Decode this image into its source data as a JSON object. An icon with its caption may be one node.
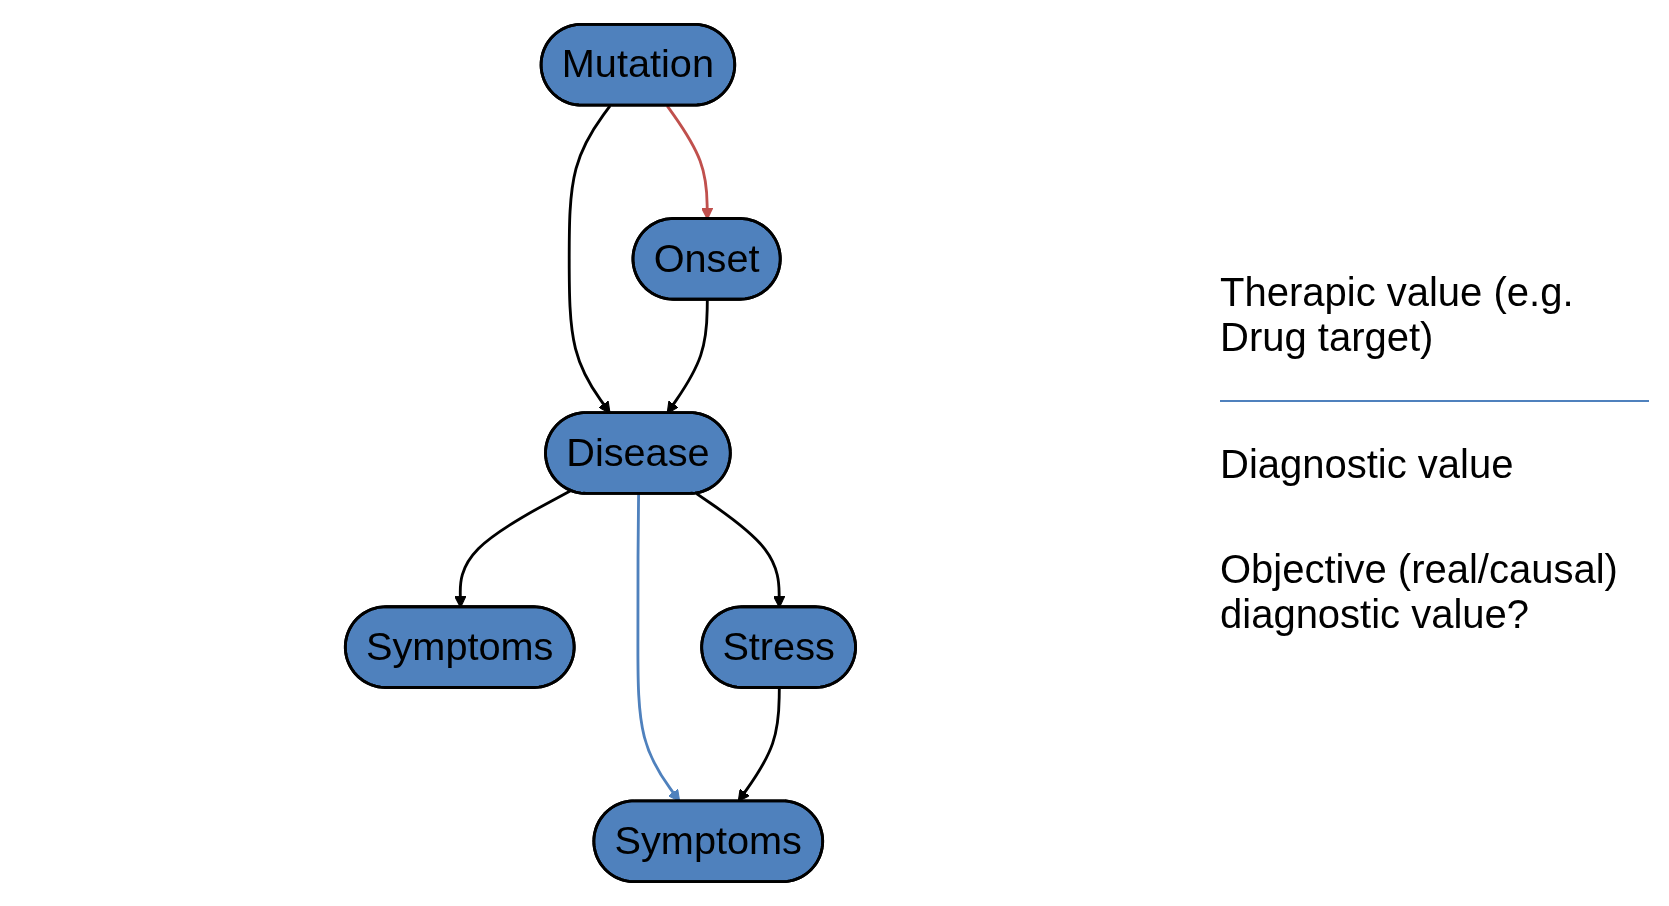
{
  "diagram": {
    "nodes": [
      {
        "text": [
          "Mutation"
        ]
      },
      {
        "text": [
          "Onset"
        ]
      },
      {
        "text": [
          "Disease"
        ]
      },
      {
        "text": [
          "Symptoms"
        ]
      },
      {
        "text": [
          "Stress"
        ]
      },
      {
        "text": [
          "Symptoms"
        ]
      }
    ],
    "edges": [
      {
        "from": 0,
        "to": 1,
        "arrow": "to",
        "color": "#c0504d"
      },
      {
        "from": 0,
        "to": 2,
        "arrow": "to"
      },
      {
        "from": 1,
        "to": 2,
        "arrow": "to"
      },
      {
        "from": 2,
        "to": 3,
        "arrow": "to"
      },
      {
        "from": 2,
        "to": 4,
        "arrow": "to"
      },
      {
        "from": 2,
        "to": 5,
        "arrow": "to",
        "color": "#4f81bd"
      },
      {
        "from": 4,
        "to": 5,
        "arrow": "to"
      }
    ],
    "labels": [
      "Therapic value (e.g. Drug target)",
      "Diagnostic value",
      "Objective (real/causal) diagnostic value?"
    ]
  }
}
